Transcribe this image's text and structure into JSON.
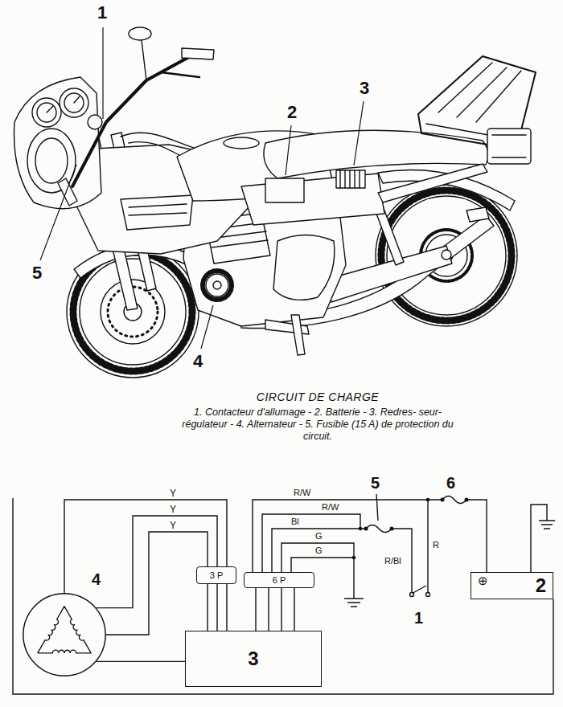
{
  "diagram": {
    "title": "CIRCUIT DE CHARGE",
    "caption": "1. Contacteur d'allumage - 2. Batterie - 3. Redres- seur-régulateur - 4. Alternateur - 5. Fusible (15 A) de protection du circuit.",
    "nodes": [
      {
        "text": [
          "4"
        ]
      },
      {
        "text": [
          "3 P"
        ]
      },
      {
        "text": [
          "6 P"
        ]
      },
      {
        "text": [
          "3"
        ]
      },
      {
        "text": [
          "⊕",
          "2"
        ]
      }
    ],
    "edges": [
      {
        "from": 0,
        "to": 1,
        "label": "Y",
        "arrow": "none"
      },
      {
        "from": 0,
        "to": 1,
        "label": "Y",
        "arrow": "none"
      },
      {
        "from": 0,
        "to": 1,
        "label": "Y",
        "arrow": "none"
      },
      {
        "from": 1,
        "to": 3,
        "arrow": "none"
      },
      {
        "from": 1,
        "to": 3,
        "arrow": "none"
      },
      {
        "from": 1,
        "to": 3,
        "arrow": "none"
      },
      {
        "from": 2,
        "to": 3,
        "arrow": "none"
      },
      {
        "from": 2,
        "to": 3,
        "arrow": "none"
      },
      {
        "from": 2,
        "to": 3,
        "arrow": "none"
      },
      {
        "from": 2,
        "to": 3,
        "arrow": "none"
      },
      {
        "from": 0,
        "to": 3,
        "arrow": "none"
      }
    ],
    "labels": [
      "1",
      "3",
      "2",
      "5",
      "4",
      "5",
      "6",
      "R/W",
      "R/W",
      "Bl",
      "G",
      "G",
      "R",
      "R/Bl",
      "1"
    ]
  }
}
